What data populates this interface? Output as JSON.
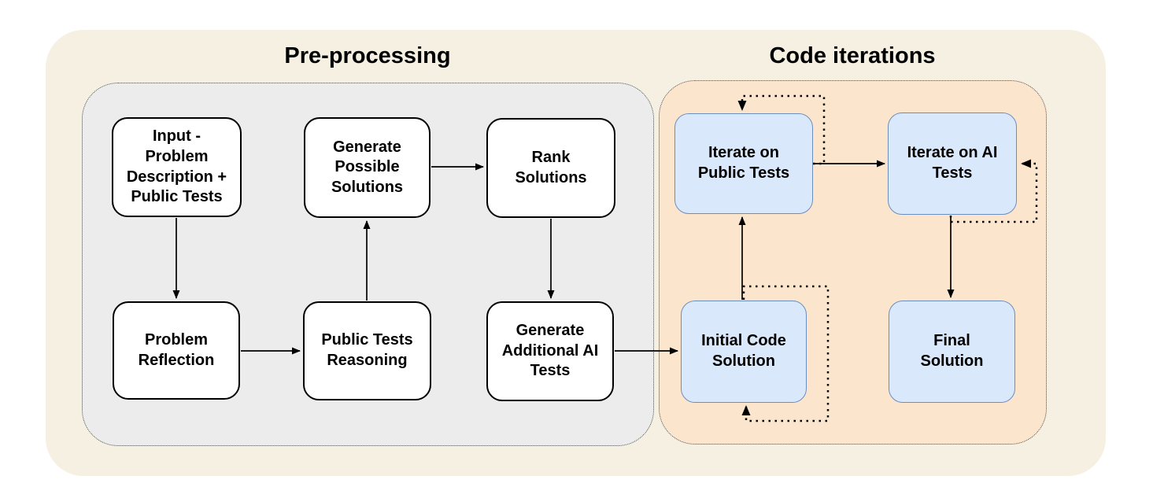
{
  "sections": {
    "preprocessing": {
      "title": "Pre-processing"
    },
    "code_iterations": {
      "title": "Code iterations"
    }
  },
  "nodes": {
    "input": {
      "label": "Input -\nProblem\nDescription +\nPublic Tests",
      "section": "preprocessing",
      "style": "white"
    },
    "generate_possible_solutions": {
      "label": "Generate\nPossible\nSolutions",
      "section": "preprocessing",
      "style": "white"
    },
    "rank_solutions": {
      "label": "Rank\nSolutions",
      "section": "preprocessing",
      "style": "white"
    },
    "problem_reflection": {
      "label": "Problem\nReflection",
      "section": "preprocessing",
      "style": "white"
    },
    "public_tests_reasoning": {
      "label": "Public Tests\nReasoning",
      "section": "preprocessing",
      "style": "white"
    },
    "generate_additional_ai_tests": {
      "label": "Generate\nAdditional AI\nTests",
      "section": "preprocessing",
      "style": "white"
    },
    "iterate_on_public_tests": {
      "label": "Iterate on\nPublic Tests",
      "section": "code_iterations",
      "style": "blue"
    },
    "iterate_on_ai_tests": {
      "label": "Iterate on AI\nTests",
      "section": "code_iterations",
      "style": "blue"
    },
    "initial_code_solution": {
      "label": "Initial Code\nSolution",
      "section": "code_iterations",
      "style": "blue"
    },
    "final_solution": {
      "label": "Final\nSolution",
      "section": "code_iterations",
      "style": "blue"
    }
  },
  "edges": [
    {
      "from": "input",
      "to": "problem_reflection",
      "style": "solid"
    },
    {
      "from": "problem_reflection",
      "to": "public_tests_reasoning",
      "style": "solid"
    },
    {
      "from": "public_tests_reasoning",
      "to": "generate_possible_solutions",
      "style": "solid"
    },
    {
      "from": "generate_possible_solutions",
      "to": "rank_solutions",
      "style": "solid"
    },
    {
      "from": "rank_solutions",
      "to": "generate_additional_ai_tests",
      "style": "solid"
    },
    {
      "from": "generate_additional_ai_tests",
      "to": "initial_code_solution",
      "style": "solid"
    },
    {
      "from": "initial_code_solution",
      "to": "iterate_on_public_tests",
      "style": "solid"
    },
    {
      "from": "iterate_on_public_tests",
      "to": "iterate_on_ai_tests",
      "style": "solid"
    },
    {
      "from": "iterate_on_ai_tests",
      "to": "final_solution",
      "style": "solid"
    },
    {
      "from": "iterate_on_public_tests",
      "to": "iterate_on_public_tests",
      "style": "dotted-self-loop"
    },
    {
      "from": "iterate_on_ai_tests",
      "to": "iterate_on_ai_tests",
      "style": "dotted-self-loop"
    },
    {
      "from": "initial_code_solution",
      "to": "initial_code_solution",
      "style": "dotted-self-loop"
    }
  ],
  "colors": {
    "canvas_bg": "#ffffff",
    "outer_bg": "#f5f0e2",
    "preprocessing_bg": "#ececec",
    "iterations_bg": "#fce5cd",
    "node_white_bg": "#ffffff",
    "node_white_border": "#000000",
    "node_blue_bg": "#dae8fc",
    "node_blue_border": "#6c8ebf",
    "edge": "#000000",
    "text": "#000000",
    "container_border": "#4d4d4d"
  }
}
